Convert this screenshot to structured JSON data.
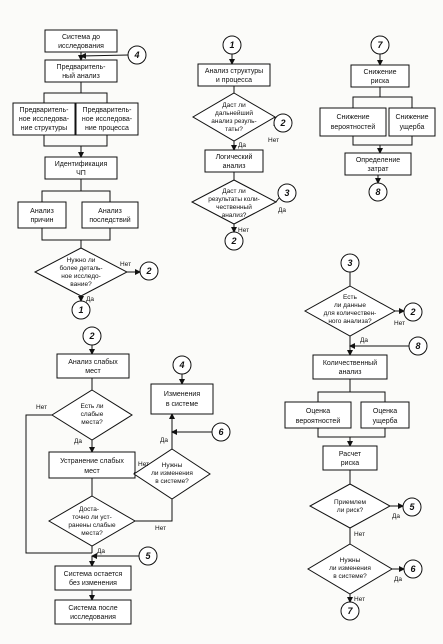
{
  "boxes": {
    "b1": [
      "Система до",
      "исследования"
    ],
    "b2": [
      "Предваритель-",
      "ный анализ"
    ],
    "b3": [
      "Предваритель-",
      "ное исследова-",
      "ние структуры"
    ],
    "b4": [
      "Предваритель-",
      "ное исследова-",
      "ние процесса"
    ],
    "b5": [
      "Идентификация",
      "ЧП"
    ],
    "b6": [
      "Анализ",
      "причин"
    ],
    "b7": [
      "Анализ",
      "последствий"
    ],
    "m1": [
      "Анализ структуры",
      "и процесса"
    ],
    "m2": [
      "Логический",
      "анализ"
    ],
    "r1": [
      "Снижение",
      "риска"
    ],
    "r2": [
      "Снижение",
      "вероятностей"
    ],
    "r3": [
      "Снижение",
      "ущерба"
    ],
    "r4": [
      "Определение",
      "затрат"
    ],
    "l1": [
      "Анализ слабых",
      "мест"
    ],
    "l2": [
      "Изменения",
      "в системе"
    ],
    "l3": [
      "Устранение слабых",
      "мест"
    ],
    "l4": [
      "Система остается",
      "без изменения"
    ],
    "l5": [
      "Система после",
      "исследования"
    ],
    "q1": [
      "Количественный",
      "анализ"
    ],
    "q2": [
      "Оценка",
      "вероятностей"
    ],
    "q3": [
      "Оценка",
      "ущерба"
    ],
    "q4": [
      "Расчет",
      "риска"
    ]
  },
  "decisions": {
    "d1": [
      "Нужно ли",
      "более деталь-",
      "ное исследо-",
      "вание?"
    ],
    "d2": [
      "Даст ли",
      "дальнейший",
      "анализ резуль-",
      "таты?"
    ],
    "d3": [
      "Даст ли",
      "результаты коли-",
      "чественный",
      "анализ?"
    ],
    "d4": [
      "Есть ли",
      "слабые",
      "места?"
    ],
    "d5": [
      "Нужны",
      "ли изменения",
      "в системе?"
    ],
    "d6": [
      "Доста-",
      "точно ли уст-",
      "ранены слабые",
      "места?"
    ],
    "d7": [
      "Есть",
      "ли данные",
      "для количествен-",
      "ного анализа?"
    ],
    "d8": [
      "Приемлем",
      "ли риск?"
    ],
    "d9": [
      "Нужны",
      "ли изменения",
      "в системе?"
    ]
  },
  "connectors": {
    "c4a": "4",
    "c2a": "2",
    "c1a": "1",
    "c1b": "1",
    "c2b": "2",
    "c3b": "3",
    "c2c": "2",
    "c7a": "7",
    "c8a": "8",
    "c2d": "2",
    "c4b": "4",
    "c6a": "6",
    "c5a": "5",
    "c3c": "3",
    "c2e": "2",
    "c8b": "8",
    "c5b": "5",
    "c6b": "6",
    "c7b": "7"
  },
  "labels": {
    "yes": "Да",
    "no": "Нет"
  }
}
